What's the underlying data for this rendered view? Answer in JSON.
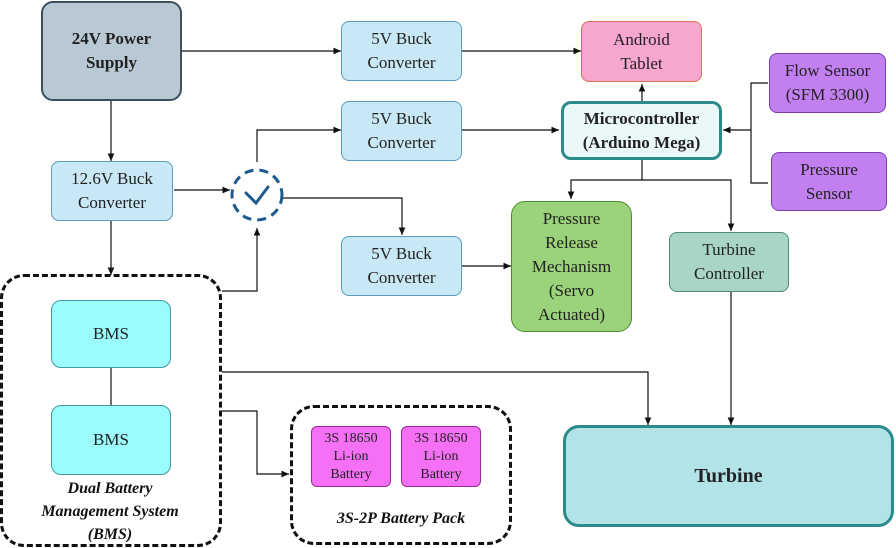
{
  "nodes": {
    "power_supply": "24V Power\nSupply",
    "buck_5v_top": "5V Buck\nConverter",
    "android_tablet": "Android\nTablet",
    "buck_5v_mid": "5V Buck\nConverter",
    "microcontroller": "Microcontroller\n(Arduino Mega)",
    "flow_sensor": "Flow Sensor\n(SFM 3300)",
    "pressure_sensor": "Pressure\nSensor",
    "buck_12v": "12.6V Buck\nConverter",
    "buck_5v_low": "5V Buck\nConverter",
    "pressure_release": "Pressure\nRelease\nMechanism\n(Servo\nActuated)",
    "turbine_controller": "Turbine\nController",
    "bms_top": "BMS",
    "bms_bottom": "BMS",
    "turbine": "Turbine",
    "cell_1": "3S 18650\nLi-ion\nBattery",
    "cell_2": "3S 18650\nLi-ion\nBattery"
  },
  "groups": {
    "bms_group_label": "Dual Battery\nManagement System\n(BMS)",
    "battery_pack_label": "3S-2P Battery Pack"
  },
  "colors": {
    "line": "#111111",
    "switch": "#1f5a8f"
  }
}
